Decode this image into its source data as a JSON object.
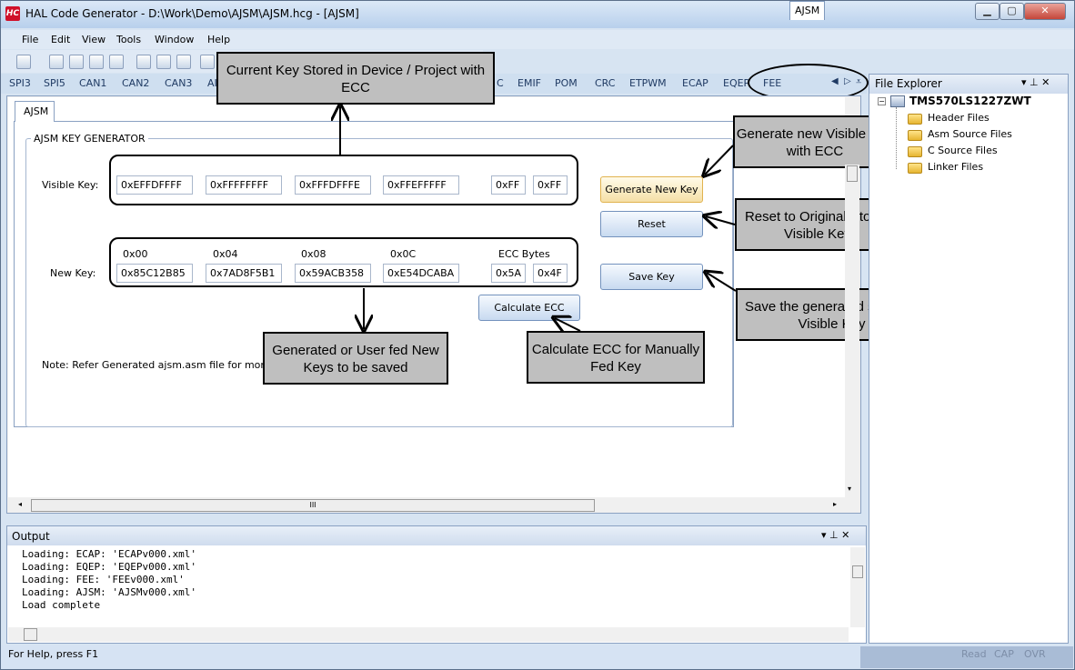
{
  "window": {
    "title": "HAL Code Generator - D:\\Work\\Demo\\AJSM\\AJSM.hcg - [AJSM]",
    "app_icon_text": "HC",
    "min_glyph": "▁",
    "max_glyph": "▢",
    "close_glyph": "✕"
  },
  "menu": [
    "File",
    "Edit",
    "View",
    "Tools",
    "Window",
    "Help"
  ],
  "module_tabs": [
    "SPI3",
    "SPI5",
    "CAN1",
    "CAN2",
    "CAN3",
    "AI",
    "C",
    "EMIF",
    "POM",
    "CRC",
    "ETPWM",
    "ECAP",
    "EQEP",
    "FEE",
    "AJSM"
  ],
  "document_tab": "AJSM",
  "group_title": "AJSM KEY GENERATOR",
  "visible_key": {
    "label": "Visible Key:",
    "values": [
      "0xEFFDFFFF",
      "0xFFFFFFFF",
      "0xFFFDFFFE",
      "0xFFEFFFFF"
    ],
    "ecc": [
      "0xFF",
      "0xFF"
    ]
  },
  "new_key": {
    "label": "New Key:",
    "headers": [
      "0x00",
      "0x04",
      "0x08",
      "0x0C",
      "ECC Bytes"
    ],
    "values": [
      "0x85C12B85",
      "0x7AD8F5B1",
      "0x59ACB358",
      "0xE54DCABA"
    ],
    "ecc": [
      "0x5A",
      "0x4F"
    ]
  },
  "buttons": {
    "generate": "Generate New Key",
    "reset": "Reset",
    "save": "Save Key",
    "calculate_ecc": "Calculate ECC"
  },
  "note": "Note: Refer Generated ajsm.asm file for more help",
  "callouts": {
    "current_key": "Current Key Stored in Device / Project with ECC",
    "generate_new": "Generate new Visible Key with ECC",
    "reset_original": "Reset to Original Stored Visible Key",
    "save_generated": "Save the generated selected Visible Key",
    "generated_keys": "Generated or User fed New Keys to be saved",
    "calc_ecc": "Calculate ECC for Manually Fed Key"
  },
  "file_explorer": {
    "title": "File Explorer",
    "root": "TMS570LS1227ZWT",
    "items": [
      "Header Files",
      "Asm Source Files",
      "C Source Files",
      "Linker Files"
    ],
    "pane_glyphs": "▾ ⊥ ✕"
  },
  "output": {
    "title": "Output",
    "lines": [
      "Loading: ECAP: 'ECAPv000.xml'",
      "Loading: EQEP: 'EQEPv000.xml'",
      "Loading: FEE: 'FEEv000.xml'",
      "Loading: AJSM: 'AJSMv000.xml'",
      "Load complete"
    ],
    "pane_glyphs": "▾ ⊥ ✕"
  },
  "status": {
    "help": "For Help, press F1",
    "indicators": [
      "Read",
      "CAP",
      "OVR"
    ]
  },
  "scroll": {
    "hthumb_glyph": "III"
  }
}
